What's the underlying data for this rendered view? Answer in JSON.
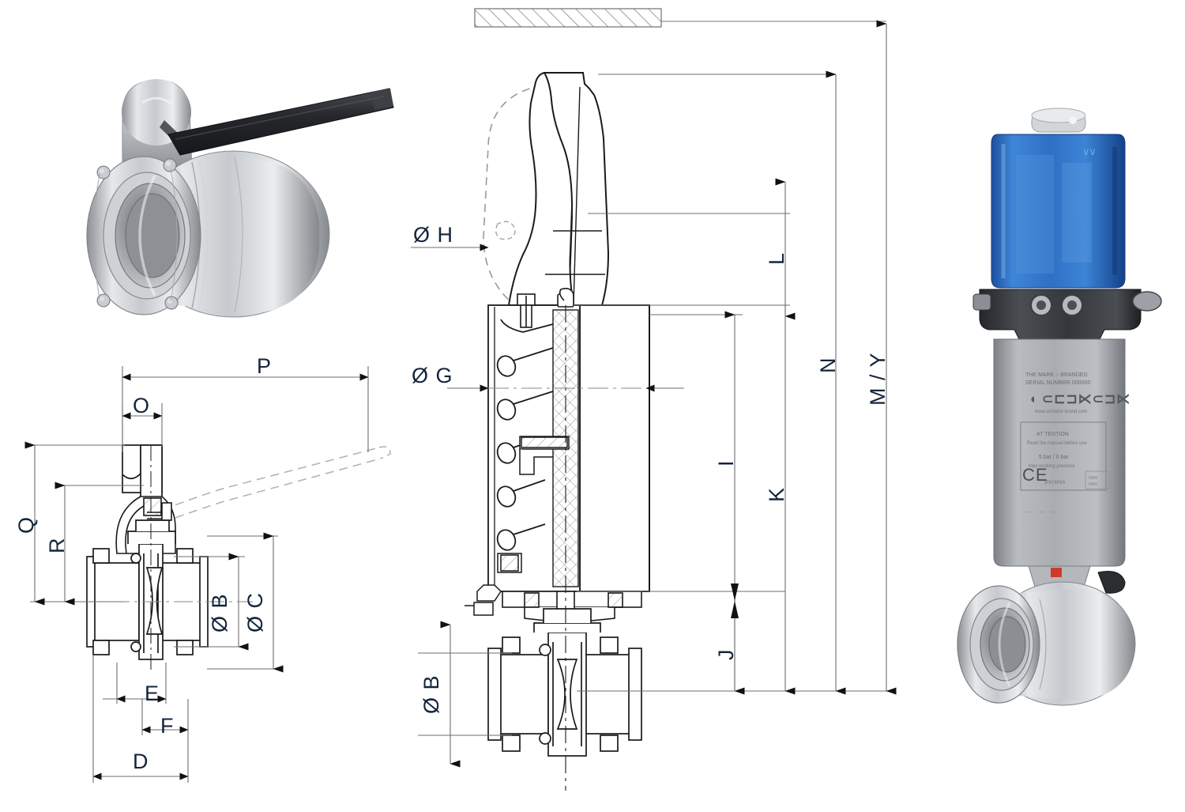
{
  "document": {
    "type": "technical-dimension-drawing",
    "subject": "Sanitary butterfly valve with manual handle and electric / pneumatic actuator",
    "views": [
      {
        "id": "photo-manual-valve",
        "label": "manual butterfly valve photo"
      },
      {
        "id": "section-front",
        "label": "front sectional elevation with actuator"
      },
      {
        "id": "section-side",
        "label": "side sectional view with handle"
      },
      {
        "id": "photo-actuated-valve",
        "label": "actuated butterfly valve photo"
      }
    ]
  },
  "dimensions": {
    "B_side": "Ø B",
    "C_side": "Ø C",
    "D": "D",
    "E": "E",
    "F": "F",
    "G": "Ø G",
    "H": "Ø H",
    "I": "I",
    "J": "J",
    "K": "K",
    "L": "L",
    "M_Y": "M / Y",
    "N": "N",
    "O": "O",
    "P": "P",
    "Q": "Q",
    "R": "R",
    "B_front": "Ø B"
  },
  "colors": {
    "label_text": "#14243c",
    "line": "#6e6e6e",
    "outline": "#1a1a1a",
    "actuator_cover": "#2f6fc4",
    "actuator_body": "#9fa2a6",
    "valve_body": "#b9bcc0",
    "handle": "#2b2b2b",
    "background": "#ffffff"
  },
  "photos": {
    "manual_valve": {
      "name": "manual butterfly valve",
      "parts": [
        "body",
        "clamp ferrule ends",
        "bonnet",
        "lever handle"
      ],
      "handle_color": "#2b2b2b"
    },
    "actuated_valve": {
      "name": "electrically actuated butterfly valve",
      "parts": [
        "blue transparent cover",
        "black terminal collar",
        "grey actuator body",
        "nameplate label",
        "CE mark",
        "valve body"
      ],
      "nameplate_marks": [
        "CE"
      ],
      "cover_color": "#2f6fc4"
    }
  },
  "annotations": {
    "hatched_bar": "ceiling / mounting surface reference (hatched)"
  }
}
